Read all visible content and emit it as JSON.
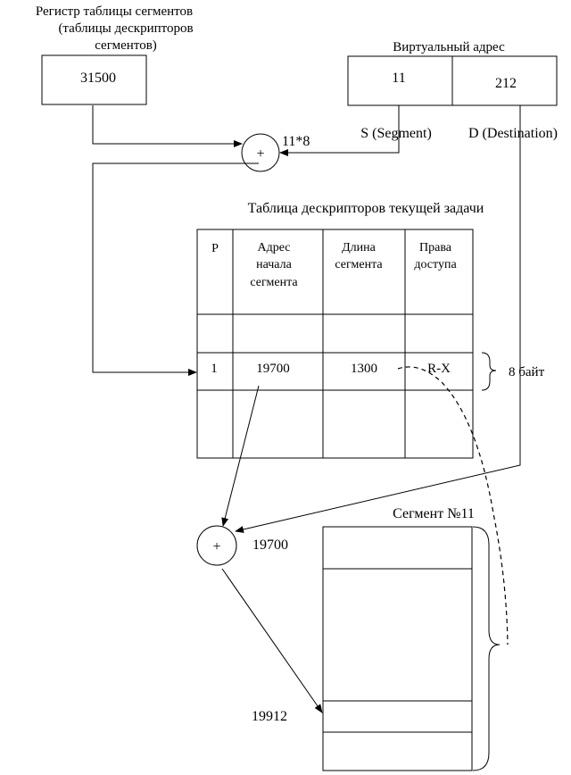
{
  "segment_table_register": {
    "caption_lines": [
      "Регистр таблицы сегментов",
      "(таблицы дескрипторов",
      "сегментов)"
    ],
    "value": "31500"
  },
  "virtual_address": {
    "caption": "Виртуальный адрес",
    "segment_value": "11",
    "offset_value": "212",
    "segment_label": "S (Segment)",
    "offset_label": "D (Destination)"
  },
  "adder_top": {
    "symbol": "+",
    "multiplier_label": "11*8"
  },
  "descriptor_table": {
    "title": "Таблица дескрипторов текущей задачи",
    "headers": {
      "p": "P",
      "base_lines": [
        "Адрес",
        "начала",
        "сегмента"
      ],
      "length_lines": [
        "Длина",
        "сегмента"
      ],
      "rights_lines": [
        "Права",
        "доступа"
      ]
    },
    "row": {
      "p": "1",
      "base": "19700",
      "length": "1300",
      "rights": "R-X"
    },
    "size_label": "8 байт"
  },
  "adder_bottom": {
    "symbol": "+",
    "base_label": "19700"
  },
  "segment": {
    "title": "Сегмент №11",
    "address_label": "19912"
  }
}
